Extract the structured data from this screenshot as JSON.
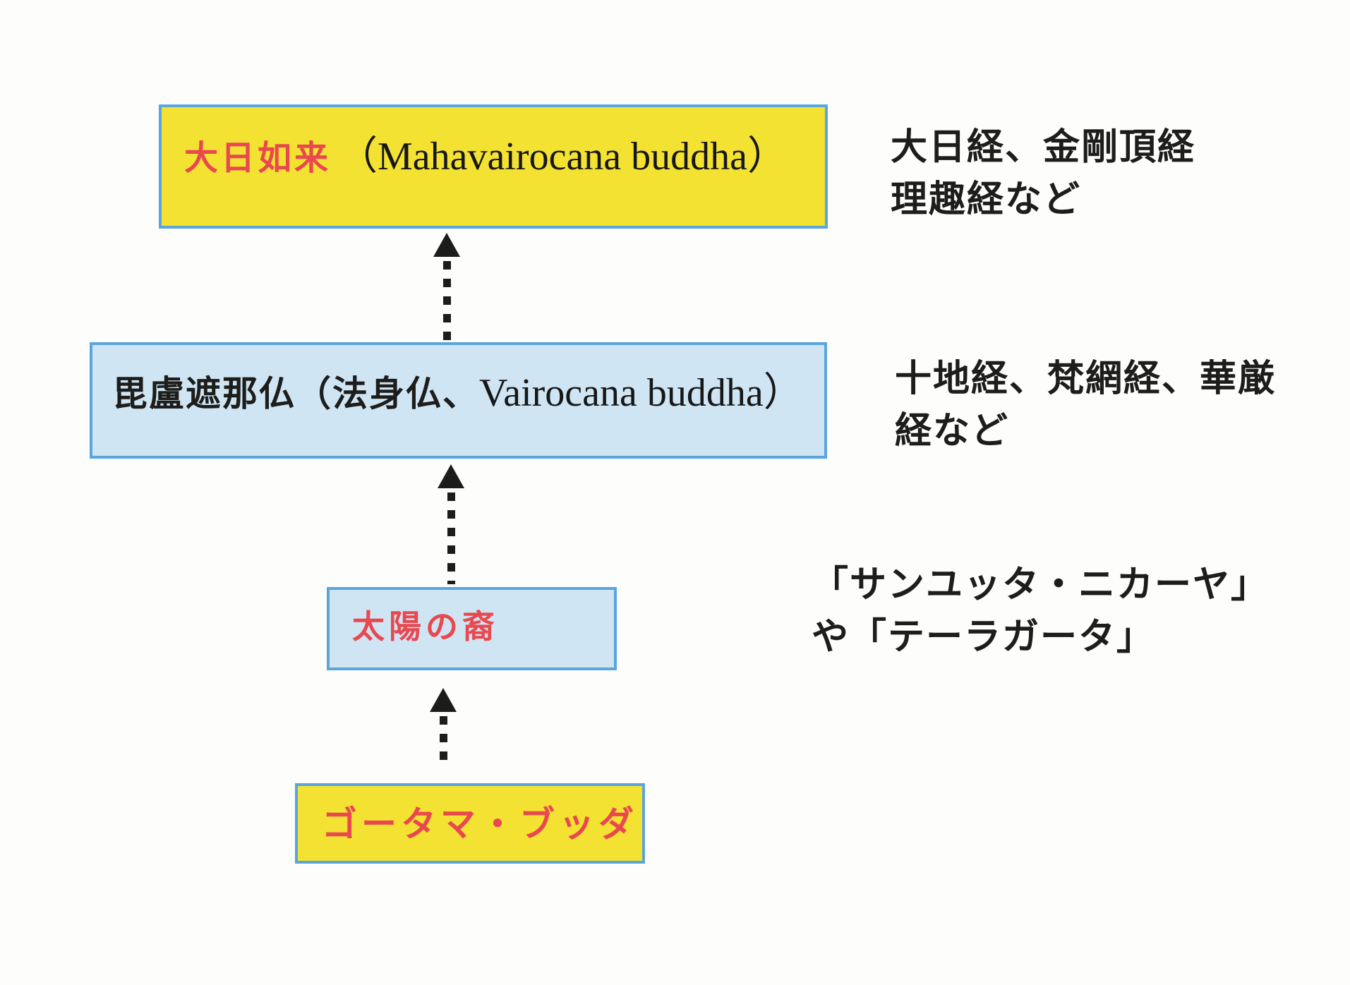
{
  "palette": {
    "box_yellow": "#f4e232",
    "box_blue": "#cfe5f3",
    "border_blue": "#5aa5dc",
    "text_red": "#e9484f",
    "text_black": "#1d1d1b",
    "arrow_black": "#1c1c1c"
  },
  "nodes": [
    {
      "label": "大日如来",
      "sublabel": "（Mahavairocana buddha）"
    },
    {
      "label": "毘盧遮那仏（法身仏、",
      "sublabel": "Vairocana buddha）"
    },
    {
      "label": "太陽の裔"
    },
    {
      "label": "ゴータマ・ブッダ"
    }
  ],
  "annotations": [
    {
      "lines": [
        "大日経、金剛頂経",
        "理趣経など"
      ]
    },
    {
      "lines": [
        "十地経、梵網経、華厳",
        "経など"
      ]
    },
    {
      "lines": [
        "「サンユッタ・ニカーヤ」",
        "や「テーラガータ」"
      ]
    }
  ]
}
